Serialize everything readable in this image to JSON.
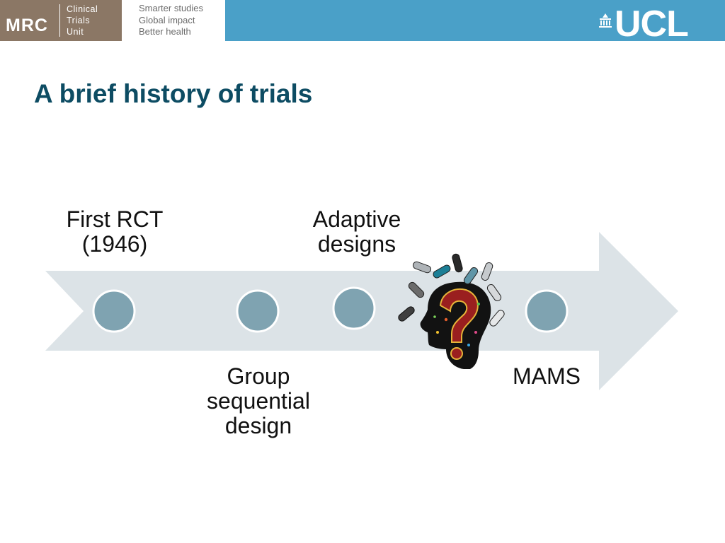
{
  "header": {
    "mrc": "MRC",
    "unit_lines": [
      "Clinical",
      "Trials",
      "Unit"
    ],
    "tagline": [
      "Smarter studies",
      "Global impact",
      "Better health"
    ],
    "ucl": "UCL",
    "colors": {
      "bar": "#4aa0c8",
      "mrc": "#8b7765",
      "tagline_text": "#6b6b6b"
    }
  },
  "slide": {
    "title": "A brief history of trials",
    "title_color": "#0d4c63"
  },
  "timeline": {
    "arrow_color": "#dce3e7",
    "node_color": "#7fa3b1",
    "milestones": [
      {
        "lines": [
          "First RCT",
          "(1946)"
        ]
      },
      {
        "lines": [
          "Group",
          "sequential",
          "design"
        ]
      },
      {
        "lines": [
          "Adaptive",
          "designs"
        ]
      },
      {
        "lines": [
          "MAMS"
        ]
      }
    ],
    "illustration": "head-with-question-mark-and-pills-icon"
  }
}
